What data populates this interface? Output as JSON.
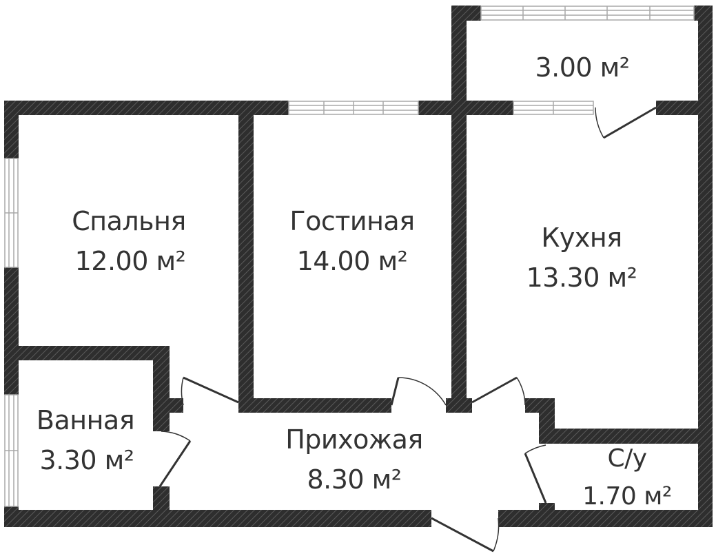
{
  "colors": {
    "wall": "#333333",
    "hatch": "#555555",
    "floor": "#ffffff",
    "window_frame": "#b8b8b8",
    "text": "#333333"
  },
  "rooms": {
    "balcony": {
      "area": "3.00 м²"
    },
    "bedroom": {
      "name": "Спальня",
      "area": "12.00 м²"
    },
    "living": {
      "name": "Гостиная",
      "area": "14.00 м²"
    },
    "kitchen": {
      "name": "Кухня",
      "area": "13.30 м²"
    },
    "bathroom": {
      "name": "Ванная",
      "area": "3.30 м²"
    },
    "hallway": {
      "name": "Прихожая",
      "area": "8.30 м²"
    },
    "wc": {
      "name": "С/у",
      "area": "1.70 м²"
    }
  }
}
